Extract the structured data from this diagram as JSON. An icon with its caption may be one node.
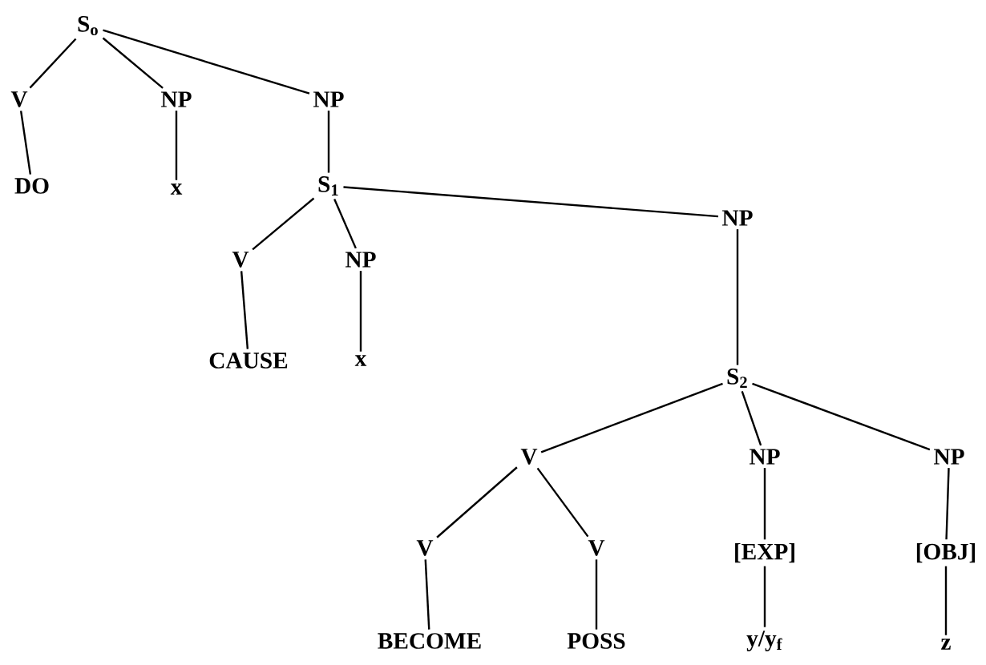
{
  "diagram": {
    "nodes": [
      {
        "text": [
          "S$_{o}$"
        ]
      },
      {
        "text": [
          "V"
        ]
      },
      {
        "text": [
          "NP"
        ]
      },
      {
        "text": [
          "NP"
        ]
      },
      {
        "text": [
          "DO"
        ]
      },
      {
        "text": [
          "x"
        ]
      },
      {
        "text": [
          "S$_{1}$"
        ]
      },
      {
        "text": [
          "V"
        ]
      },
      {
        "text": [
          "NP"
        ]
      },
      {
        "text": [
          "CAUSE"
        ]
      },
      {
        "text": [
          "x"
        ]
      },
      {
        "text": [
          "NP"
        ]
      },
      {
        "text": [
          "S$_{2}$"
        ]
      },
      {
        "text": [
          "V"
        ]
      },
      {
        "text": [
          "NP"
        ]
      },
      {
        "text": [
          "NP"
        ]
      },
      {
        "text": [
          "V"
        ]
      },
      {
        "text": [
          "V"
        ]
      },
      {
        "text": [
          "[EXP]"
        ]
      },
      {
        "text": [
          "[OBJ]"
        ]
      },
      {
        "text": [
          "BECOME"
        ]
      },
      {
        "text": [
          "POSS"
        ]
      },
      {
        "text": [
          "y/y$_{f}$"
        ]
      },
      {
        "text": [
          "z"
        ]
      }
    ],
    "edges": [
      {
        "from": 0,
        "to": 1,
        "arrow": "none"
      },
      {
        "from": 0,
        "to": 2,
        "arrow": "none"
      },
      {
        "from": 0,
        "to": 3,
        "arrow": "none"
      },
      {
        "from": 1,
        "to": 4,
        "arrow": "none"
      },
      {
        "from": 2,
        "to": 5,
        "arrow": "none"
      },
      {
        "from": 3,
        "to": 6,
        "arrow": "none"
      },
      {
        "from": 6,
        "to": 7,
        "arrow": "none"
      },
      {
        "from": 6,
        "to": 8,
        "arrow": "none"
      },
      {
        "from": 6,
        "to": 11,
        "arrow": "none"
      },
      {
        "from": 7,
        "to": 9,
        "arrow": "none"
      },
      {
        "from": 8,
        "to": 10,
        "arrow": "none"
      },
      {
        "from": 11,
        "to": 12,
        "arrow": "none"
      },
      {
        "from": 12,
        "to": 13,
        "arrow": "none"
      },
      {
        "from": 12,
        "to": 14,
        "arrow": "none"
      },
      {
        "from": 12,
        "to": 15,
        "arrow": "none"
      },
      {
        "from": 13,
        "to": 16,
        "arrow": "none"
      },
      {
        "from": 13,
        "to": 17,
        "arrow": "none"
      },
      {
        "from": 14,
        "to": 18,
        "arrow": "none"
      },
      {
        "from": 15,
        "to": 19,
        "arrow": "none"
      },
      {
        "from": 16,
        "to": 20,
        "arrow": "none"
      },
      {
        "from": 17,
        "to": 21,
        "arrow": "none"
      },
      {
        "from": 18,
        "to": 22,
        "arrow": "none"
      },
      {
        "from": 19,
        "to": 23,
        "arrow": "none"
      }
    ]
  }
}
